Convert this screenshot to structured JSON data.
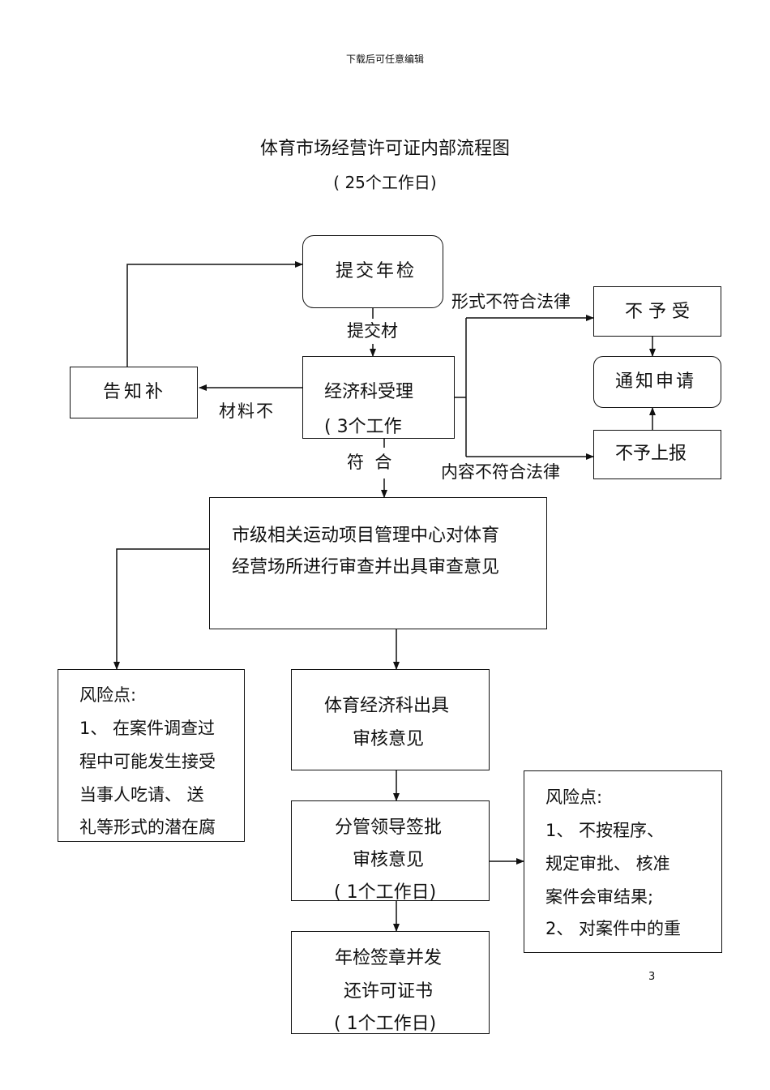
{
  "header": "下载后可任意编辑",
  "title": "体育市场经营许可证内部流程图",
  "subtitle": "( 25个工作日)",
  "page_number": "3",
  "nodes": {
    "submit": "提交年检",
    "accept": "经济科受理",
    "accept_days": "( 3个工作",
    "notify_supplement": "告知补",
    "not_accept": "不 予 受",
    "notify_applicant": "通知申请",
    "not_report": "不予上报",
    "review_line1": "市级相关运动项目管理中心对体育",
    "review_line2": "经营场所进行审查并出具审查意见",
    "issue_line1": "体育经济科出具",
    "issue_line2": "审核意见",
    "sign_line1": "分管领导签批",
    "sign_line2": "审核意见",
    "sign_days": "( 1个工作日)",
    "seal_line1": "年检签章并发",
    "seal_line2": "还许可证书",
    "seal_days": "( 1个工作日)"
  },
  "edge_labels": {
    "submit_material": "提交材",
    "form_mismatch": "形式不符合法律",
    "material_missing": "材料不",
    "conform": "符  合",
    "content_mismatch": "内容不符合法律"
  },
  "risk1": {
    "title": "风险点:",
    "lines": [
      "1、 在案件调查过",
      "程中可能发生接受",
      "当事人吃请、 送",
      "礼等形式的潜在腐"
    ]
  },
  "risk2": {
    "title": "风险点:",
    "lines": [
      "1、 不按程序、",
      "规定审批、 核准",
      "案件会审结果;",
      "2、 对案件中的重"
    ]
  }
}
